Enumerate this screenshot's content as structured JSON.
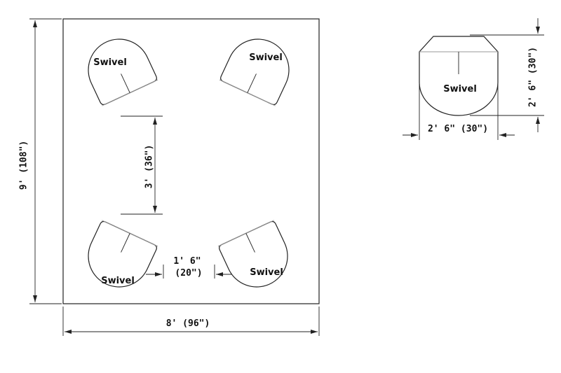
{
  "colors": {
    "line": "#222222",
    "seam": "#9a9a9a",
    "background": "#ffffff"
  },
  "labels": {
    "chair_top_left": "Swivel",
    "chair_top_right": "Swivel",
    "chair_bottom_left": "Swivel",
    "chair_bottom_right": "Swivel",
    "chair_detail": "Swivel"
  },
  "dimensions": {
    "room_width": "8' (96\")",
    "room_depth": "9' (108\")",
    "chair_spacing": "3' (36\")",
    "aisle_line1": "1' 6\"",
    "aisle_line2": "(20\")",
    "detail_width": "2' 6\" (30\")",
    "detail_depth": "2' 6\" (30\")"
  }
}
